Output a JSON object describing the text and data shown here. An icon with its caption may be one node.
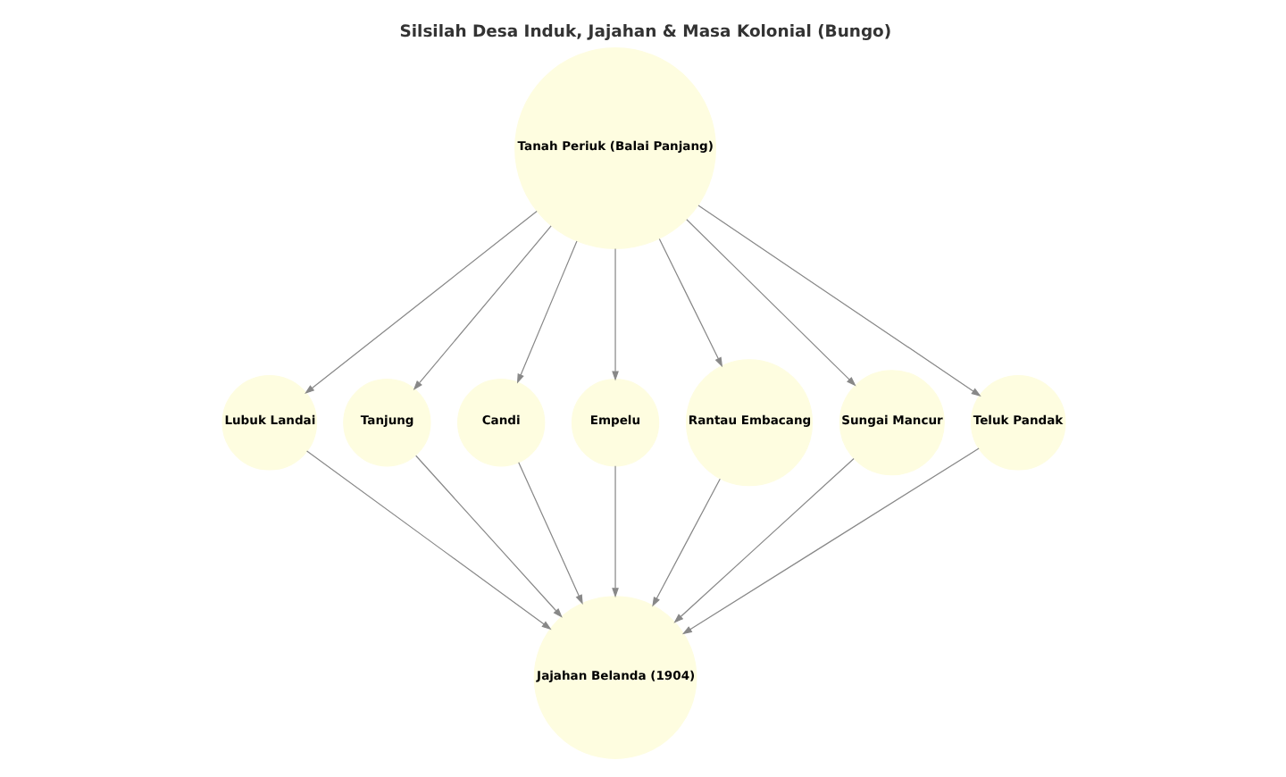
{
  "diagram": {
    "title": "Silsilah Desa Induk, Jajahan & Masa Kolonial (Bungo)",
    "nodes": [
      {
        "text": [
          "Tanah Periuk (Balai Panjang)"
        ]
      },
      {
        "text": [
          "Lubuk Landai"
        ]
      },
      {
        "text": [
          "Tanjung"
        ]
      },
      {
        "text": [
          "Candi"
        ]
      },
      {
        "text": [
          "Empelu"
        ]
      },
      {
        "text": [
          "Rantau Embacang"
        ]
      },
      {
        "text": [
          "Sungai Mancur"
        ]
      },
      {
        "text": [
          "Teluk Pandak"
        ]
      },
      {
        "text": [
          "Jajahan Belanda (1904)"
        ]
      }
    ],
    "edges": [
      {
        "from": 0,
        "to": 1,
        "arrow": "to"
      },
      {
        "from": 0,
        "to": 2,
        "arrow": "to"
      },
      {
        "from": 0,
        "to": 3,
        "arrow": "to"
      },
      {
        "from": 0,
        "to": 4,
        "arrow": "to"
      },
      {
        "from": 0,
        "to": 5,
        "arrow": "to"
      },
      {
        "from": 0,
        "to": 6,
        "arrow": "to"
      },
      {
        "from": 0,
        "to": 7,
        "arrow": "to"
      },
      {
        "from": 1,
        "to": 8,
        "arrow": "to"
      },
      {
        "from": 2,
        "to": 8,
        "arrow": "to"
      },
      {
        "from": 3,
        "to": 8,
        "arrow": "to"
      },
      {
        "from": 4,
        "to": 8,
        "arrow": "to"
      },
      {
        "from": 5,
        "to": 8,
        "arrow": "to"
      },
      {
        "from": 6,
        "to": 8,
        "arrow": "to"
      },
      {
        "from": 7,
        "to": 8,
        "arrow": "to"
      }
    ]
  }
}
